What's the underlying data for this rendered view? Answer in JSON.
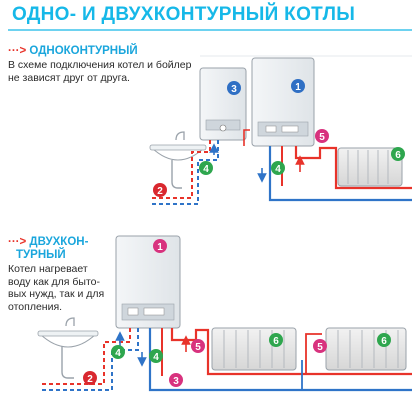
{
  "title": "ОДНО- И ДВУХКОНТУРНЫЙ КОТЛЫ",
  "single": {
    "marker": "···>",
    "heading": "ОДНОКОНТУРНЫЙ",
    "line1": "В схеме подключения котел и бойлер",
    "line2": "не зависят друг от друга."
  },
  "double": {
    "marker": "···>",
    "heading1": "ДВУХКОН-",
    "heading2": "ТУРНЫЙ",
    "line1": "Котел нагревает",
    "line2": "воду как для быто-",
    "line3": "вых нужд, так и для",
    "line4": "отопления."
  },
  "badges": [
    "1",
    "2",
    "3",
    "4",
    "5",
    "6"
  ],
  "colors": {
    "accent": "#16b8e8",
    "hot": "#e8332a",
    "cold": "#2f74c8",
    "badge_blue": "#2f6fc4",
    "badge_pink": "#d8327e",
    "badge_green": "#2ea64e",
    "badge_red": "#d9282f"
  }
}
